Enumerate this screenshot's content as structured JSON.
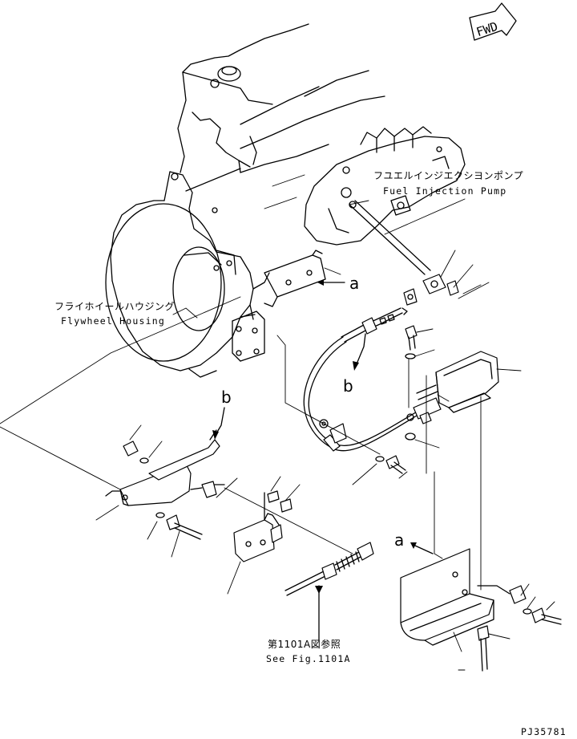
{
  "direction_marker": {
    "text": "FWD"
  },
  "callouts": {
    "fuel_injection_pump": {
      "jp": "フユエルインジエクシヨンポンプ",
      "en": "Fuel Injection Pump"
    },
    "flywheel_housing": {
      "jp": "フライホイールハウジング",
      "en": "Flywheel Housing"
    },
    "see_fig": {
      "jp": "第1101A図参照",
      "en": "See Fig.1101A"
    }
  },
  "reference_letters": {
    "a_upper": "a",
    "b_middle": "b",
    "b_left": "b",
    "a_lower": "a"
  },
  "drawing_number": "PJ35781"
}
